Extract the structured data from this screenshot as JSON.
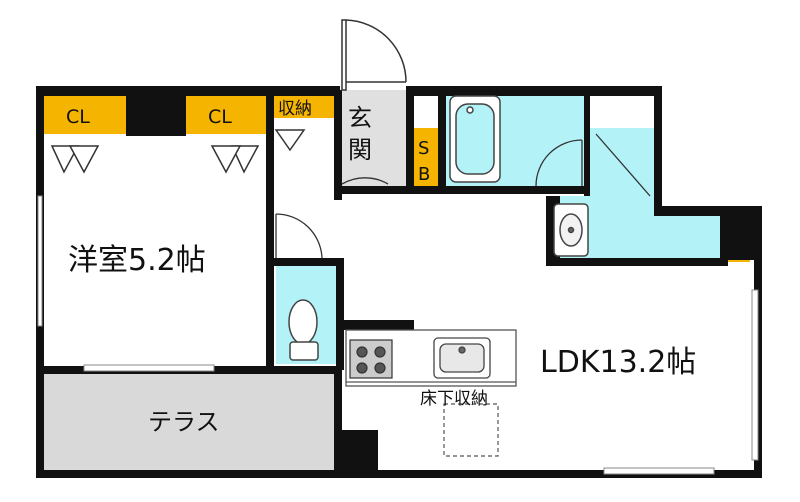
{
  "rooms": {
    "western_room": "洋室5.2帖",
    "ldk": "LDK13.2帖",
    "terrace": "テラス",
    "entrance": [
      "玄",
      "関"
    ],
    "closet_left": "CL",
    "closet_right": "CL",
    "storage": "収納",
    "shoe_box": [
      "S",
      "B"
    ],
    "underfloor_storage": "床下収納"
  },
  "colors": {
    "wall": "#111111",
    "closet": "#f5b400",
    "wet_area": "#b3f3f7",
    "terrace": "#d9d9d9",
    "entrance_floor": "#e0e0e0",
    "floor": "#ffffff"
  },
  "icons": [
    "bathtub-icon",
    "washbasin-icon",
    "toilet-icon",
    "stove-icon",
    "sink-icon",
    "door-swing-icon"
  ]
}
